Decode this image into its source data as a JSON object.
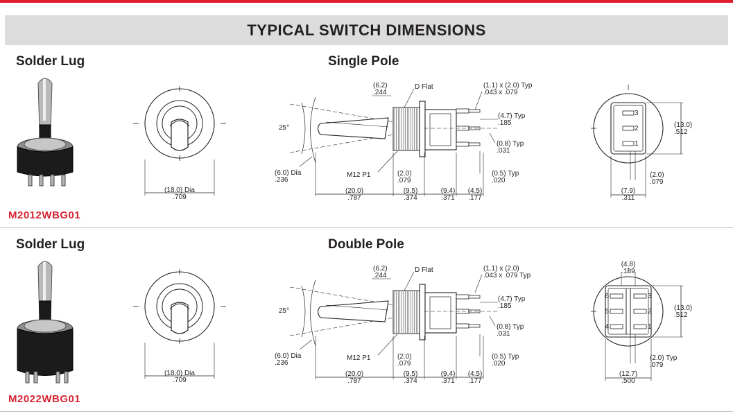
{
  "header": {
    "title": "TYPICAL SWITCH DIMENSIONS"
  },
  "sections": [
    {
      "type_label": "Solder Lug",
      "pole_label": "Single Pole",
      "part_number": "M2012WBG01",
      "dims": {
        "front_dia": [
          "(18.0) Dia",
          ".709"
        ],
        "angle": "25°",
        "tip_dia": [
          "(6.0) Dia",
          ".236"
        ],
        "bushing_dia": [
          "(6.2)",
          ".244"
        ],
        "d_flat": "D Flat",
        "thread": "M12 P1",
        "terminal": [
          "(1.1) x (2.0) Typ",
          ".043 x .079"
        ],
        "terminal_len": [
          "(4.7) Typ",
          ".185"
        ],
        "terminal_thk": [
          "(0.8) Typ",
          ".031"
        ],
        "terminal_gap": [
          "(0.5) Typ",
          ".020"
        ],
        "flange": [
          "(2.0)",
          ".079"
        ],
        "lever_len": [
          "(20.0)",
          ".787"
        ],
        "bushing_len": [
          "(9.5)",
          ".374"
        ],
        "body_len": [
          "(9.4)",
          ".371"
        ],
        "lug_len": [
          "(4.5)",
          ".177"
        ],
        "rear_height": [
          "(13.0)",
          ".512"
        ],
        "rear_pitch": [
          "(2.0)",
          ".079"
        ],
        "rear_width": [
          "(7.9)",
          ".311"
        ]
      },
      "terminal_labels": [
        "3",
        "2",
        "1"
      ]
    },
    {
      "type_label": "Solder Lug",
      "pole_label": "Double Pole",
      "part_number": "M2022WBG01",
      "dims": {
        "front_dia": [
          "(18.0) Dia",
          ".709"
        ],
        "angle": "25°",
        "tip_dia": [
          "(6.0) Dia",
          ".236"
        ],
        "bushing_dia": [
          "(6.2)",
          ".244"
        ],
        "d_flat": "D Flat",
        "thread": "M12 P1",
        "terminal": [
          "(1.1) x (2.0)",
          ".043 x .079 Typ"
        ],
        "terminal_len": [
          "(4.7) Typ",
          ".185"
        ],
        "terminal_thk": [
          "(0.8) Typ",
          ".031"
        ],
        "terminal_gap": [
          "(0.5) Typ",
          ".020"
        ],
        "flange": [
          "(2.0)",
          ".079"
        ],
        "lever_len": [
          "(20.0)",
          ".787"
        ],
        "bushing_len": [
          "(9.5)",
          ".374"
        ],
        "body_len": [
          "(9.4)",
          ".371"
        ],
        "lug_len": [
          "(4.5)",
          ".177"
        ],
        "rear_top": [
          "(4.8)",
          ".189"
        ],
        "rear_height": [
          "(13.0)",
          ".512"
        ],
        "rear_pitch": [
          "(2.0) Typ",
          ".079"
        ],
        "rear_width": [
          "(12.7)",
          ".500"
        ]
      },
      "terminal_labels": [
        "6",
        "3",
        "5",
        "2",
        "4",
        "1"
      ]
    }
  ]
}
